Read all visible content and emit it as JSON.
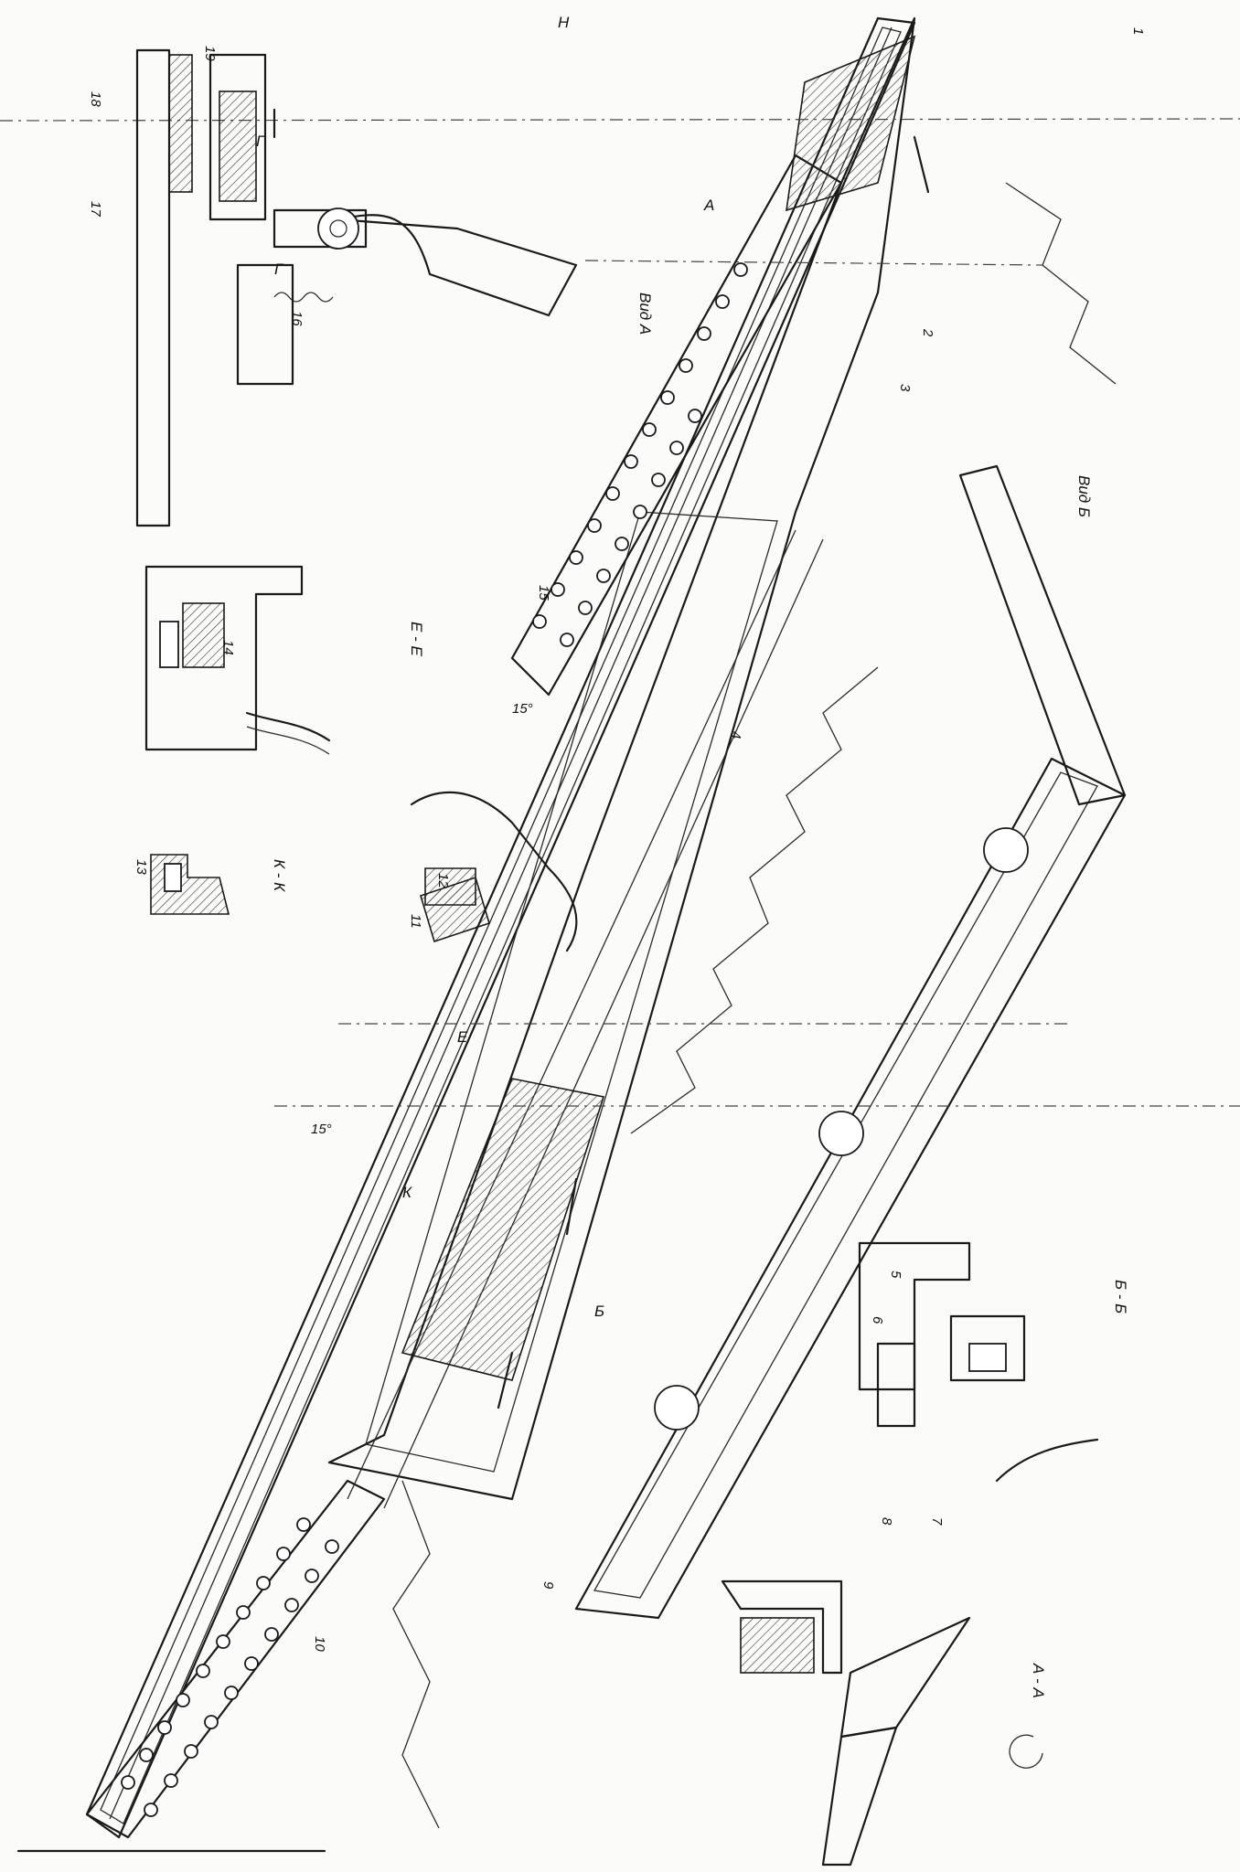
{
  "section_titles": {
    "e_e": "Е - Е",
    "k_k": "К - К",
    "b_b": "Б - Б",
    "a_a": "А - А",
    "vid_a": "Вид А",
    "vid_b": "Вид Б"
  },
  "callouts": {
    "n1": "1",
    "n2": "2",
    "n3": "3",
    "n4": "4",
    "n5": "5",
    "n6": "6",
    "n7": "7",
    "n8": "8",
    "n9": "9",
    "n10": "10",
    "n11": "11",
    "n12": "12",
    "n13": "13",
    "n14": "14",
    "n15": "15",
    "n16": "16",
    "n17": "17",
    "n18": "18",
    "n19": "19"
  },
  "section_marks": {
    "g": "Г",
    "e": "Е",
    "k": "К",
    "b": "Б",
    "a": "А",
    "h": "Н"
  },
  "angles": {
    "a1": "15°",
    "a2": "15°"
  }
}
